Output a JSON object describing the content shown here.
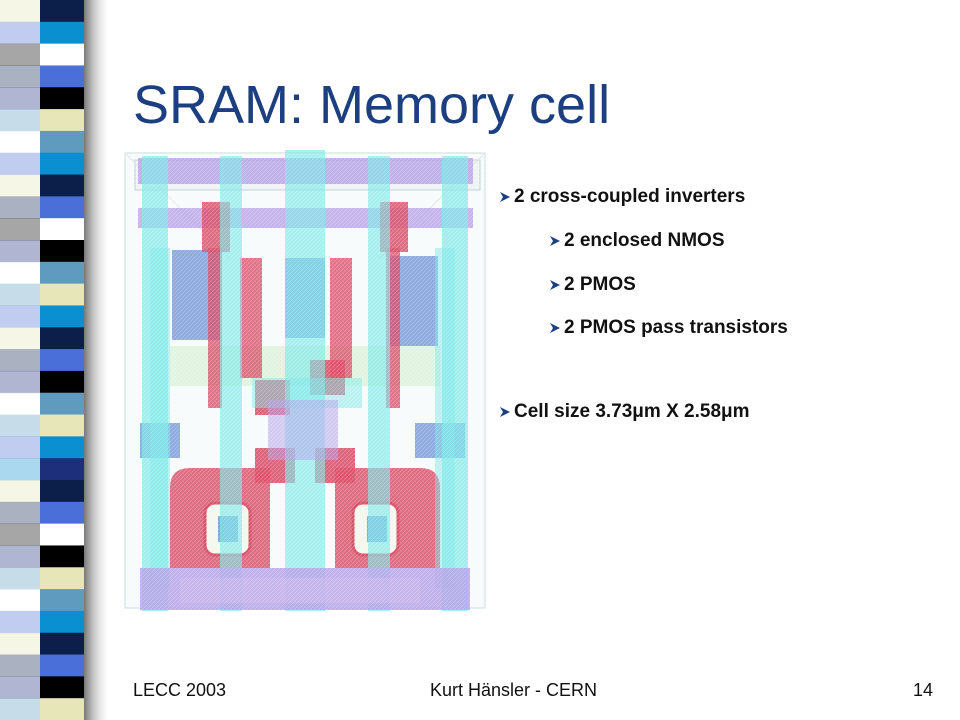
{
  "slide": {
    "title": "SRAM: Memory cell",
    "bullets": [
      {
        "text": "2 cross-coupled inverters",
        "level": 1
      },
      {
        "text": "2 enclosed NMOS",
        "level": 2
      },
      {
        "text": "2 PMOS",
        "level": 2
      },
      {
        "text": "2 PMOS pass transistors",
        "level": 2
      },
      {
        "text": "Cell size 3.73μm X 2.58μm",
        "level": 1
      }
    ],
    "bullet_icon": "arrow-bullet-icon",
    "footer": {
      "left": "LECC 2003",
      "center": "Kurt Hänsler - CERN",
      "page_number": "14"
    }
  },
  "colors": {
    "title": "#1c3f82",
    "metal": "#7de8e8",
    "poly": "#d9536b",
    "diffusion": "#6b8fd6",
    "metal2": "#b7a3e8"
  }
}
